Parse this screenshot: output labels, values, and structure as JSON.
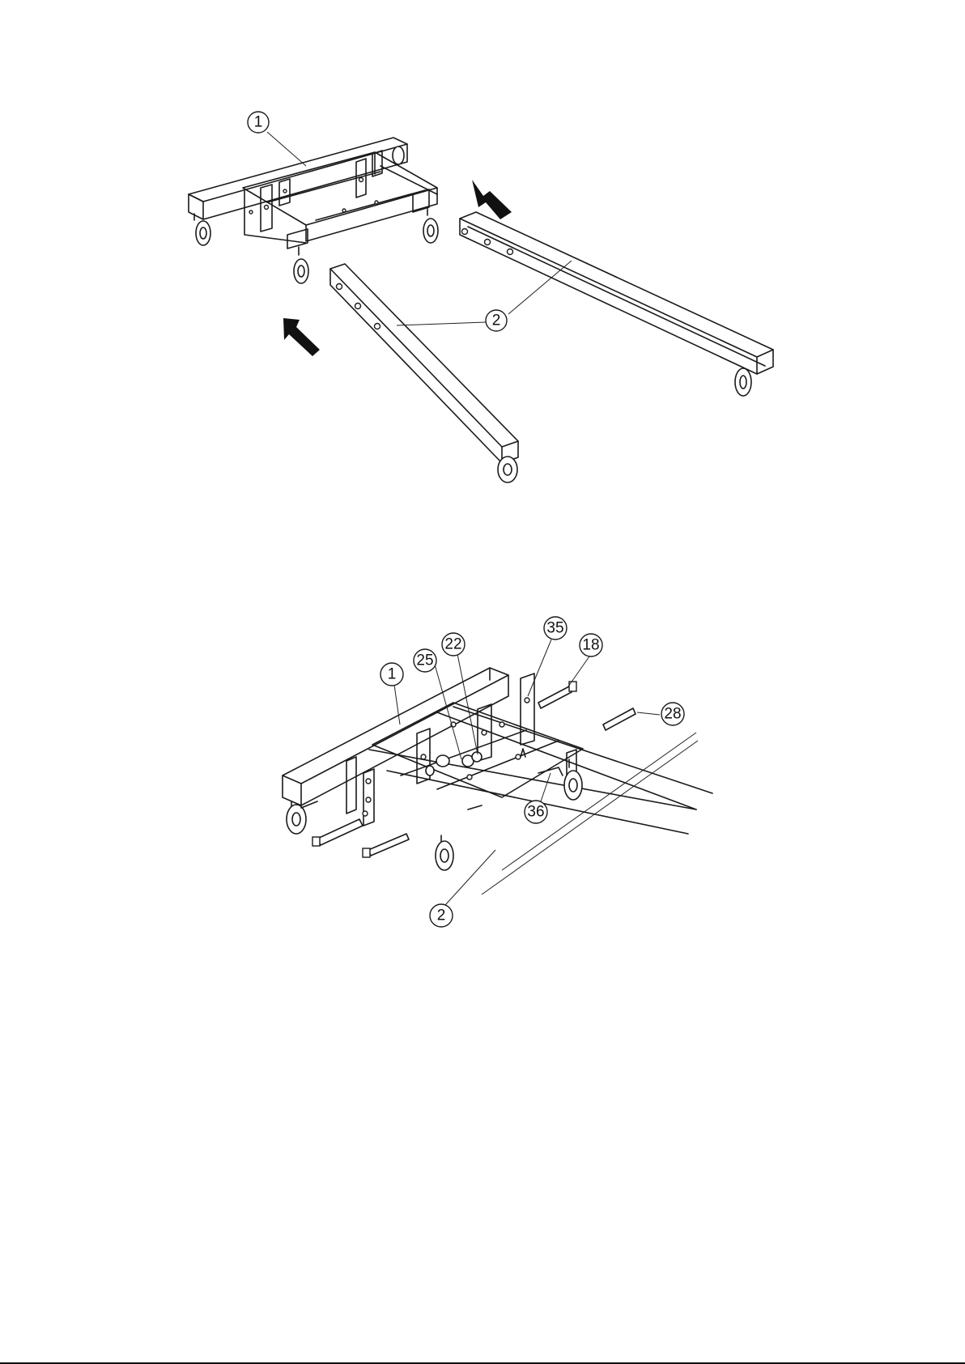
{
  "figure_top": {
    "callouts": [
      {
        "id": "top-part-1",
        "label": "1"
      },
      {
        "id": "top-part-2",
        "label": "2"
      }
    ]
  },
  "figure_bottom": {
    "callouts": [
      {
        "id": "bottom-part-1",
        "label": "1"
      },
      {
        "id": "bottom-part-25",
        "label": "25"
      },
      {
        "id": "bottom-part-22",
        "label": "22"
      },
      {
        "id": "bottom-part-35",
        "label": "35"
      },
      {
        "id": "bottom-part-18",
        "label": "18"
      },
      {
        "id": "bottom-part-28",
        "label": "28"
      },
      {
        "id": "bottom-part-36",
        "label": "36"
      },
      {
        "id": "bottom-part-2",
        "label": "2"
      }
    ]
  }
}
